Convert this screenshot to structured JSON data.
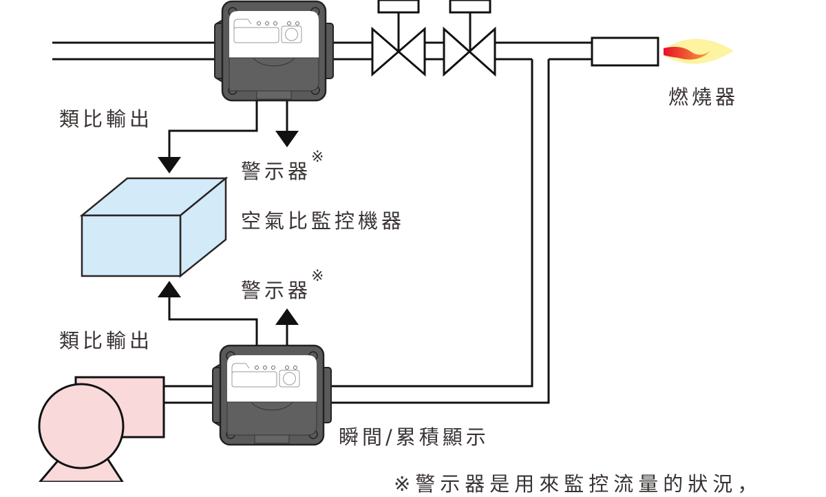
{
  "labels": {
    "burner": "燃燒器",
    "analog_output_top": "類比輸出",
    "analog_output_bottom": "類比輸出",
    "alarm_top": "警示器",
    "alarm_bottom": "警示器",
    "alarm_mark": "※",
    "monitor": "空氣比監控機器",
    "display": "瞬間/累積顯示",
    "footnote": "※警示器是用來監控流量的狀況，"
  },
  "colors": {
    "line": "#111111",
    "meter_body": "#5a5a5a",
    "meter_face": "#ffffff",
    "monitor_fill": "#d3eaf8",
    "blower_fill": "#f9d9d9",
    "flame_outer": "#fdf3a0",
    "flame_inner_start": "#e8102a",
    "flame_inner_end": "#f6a43a",
    "text": "#3a3333"
  }
}
